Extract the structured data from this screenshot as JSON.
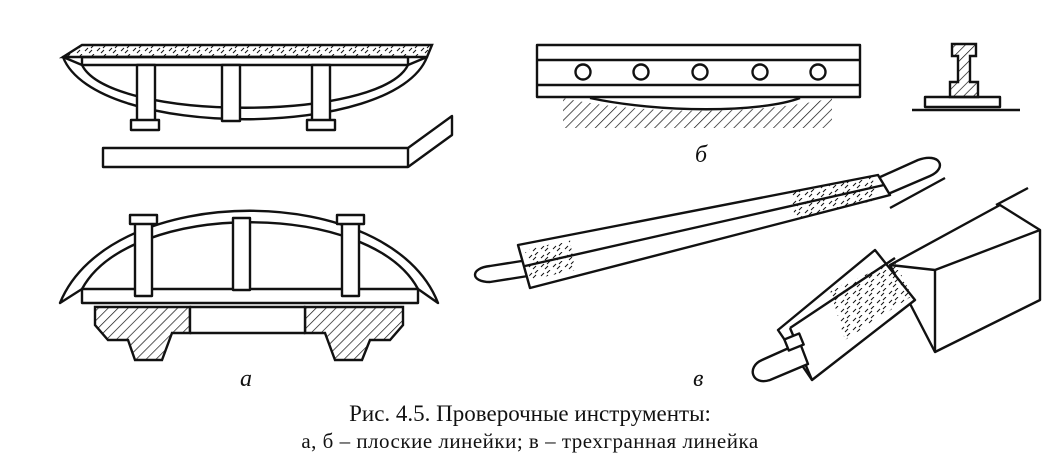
{
  "labels": {
    "a": "а",
    "b": "б",
    "v": "в"
  },
  "caption": {
    "title": "Рис. 4.5. Проверочные инструменты:",
    "subtitle": "а, б – плоские линейки; в – трехгранная линейка"
  },
  "colors": {
    "ink": "#111111",
    "paper": "#ffffff"
  }
}
